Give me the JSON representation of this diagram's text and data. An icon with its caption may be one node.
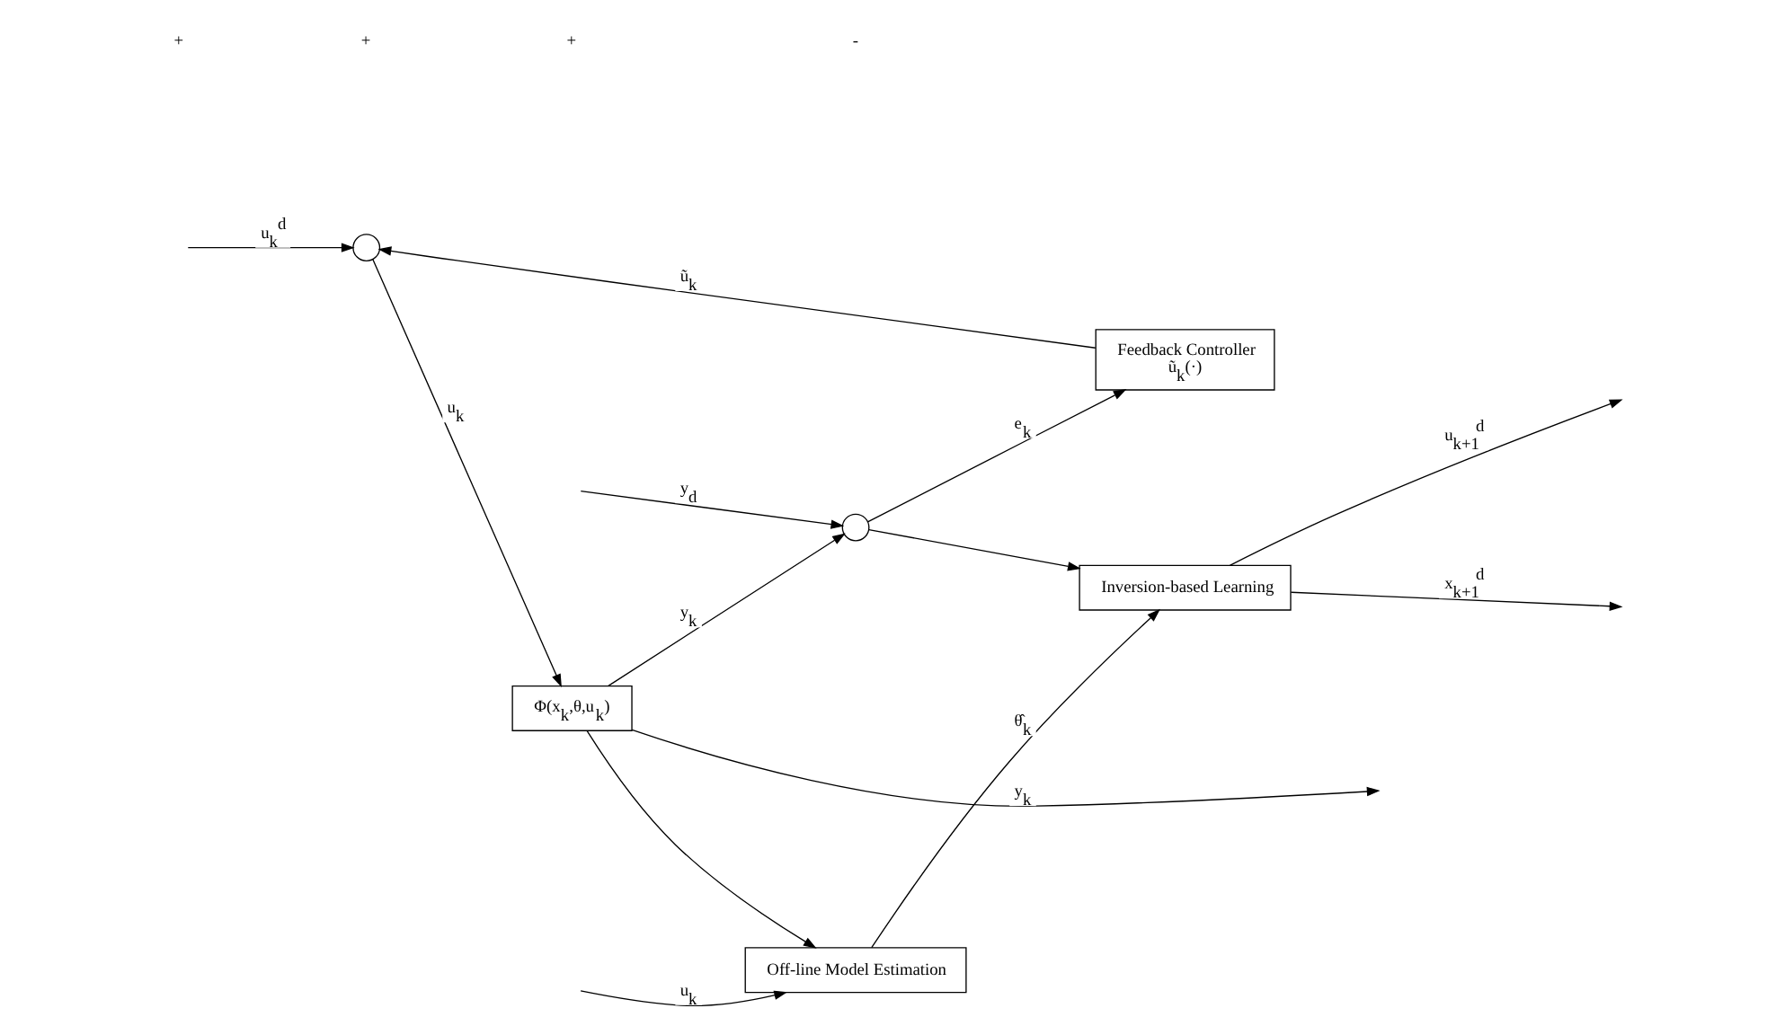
{
  "diagram": {
    "nodes": [
      {
        "text": [],
        "shape": "circle"
      },
      {
        "text": [
          "Φ(x$_{k}$,θ,u$_{k}$)"
        ]
      },
      {
        "text": [
          "Feedback Controller",
          "ũ$_{k}$(·)"
        ]
      },
      {
        "text": [],
        "shape": "circle"
      },
      {
        "text": [
          "Inversion-based Learning"
        ]
      },
      {
        "text": [
          "Off-line Model Estimation"
        ]
      }
    ],
    "edges": [
      {
        "from": null,
        "to": 0,
        "arrow": "to",
        "label": "u$_{k}$$^{d}$"
      },
      {
        "from": 0,
        "to": 1,
        "arrow": "to",
        "label": "u$_{k}$"
      },
      {
        "from": 1,
        "to": 3,
        "arrow": "to",
        "label": "y$_{k}$"
      },
      {
        "from": 2,
        "to": 0,
        "arrow": "to",
        "label": "ũ$_{k}$"
      },
      {
        "from": 3,
        "to": 2,
        "arrow": "to",
        "label": "e$_{k}$"
      },
      {
        "from": null,
        "to": 3,
        "arrow": "to",
        "label": "y$_{d}$"
      },
      {
        "from": 1,
        "to": null,
        "arrow": "to",
        "label": "y$_{k}$"
      },
      {
        "from": 1,
        "to": 5,
        "arrow": "to"
      },
      {
        "from": 3,
        "to": 4,
        "arrow": "to"
      },
      {
        "from": 5,
        "to": 4,
        "arrow": "to",
        "label": "θ̂$_{k}$"
      },
      {
        "from": null,
        "to": 5,
        "arrow": "to",
        "label": "u$_{k}$"
      },
      {
        "from": 4,
        "to": null,
        "arrow": "to",
        "label": "u$_{k+1}$$^{d}$"
      },
      {
        "from": 4,
        "to": null,
        "arrow": "to",
        "label": "x$_{k+1}$$^{d}$"
      }
    ],
    "labels": [
      "+",
      "+",
      "+",
      "-"
    ]
  }
}
